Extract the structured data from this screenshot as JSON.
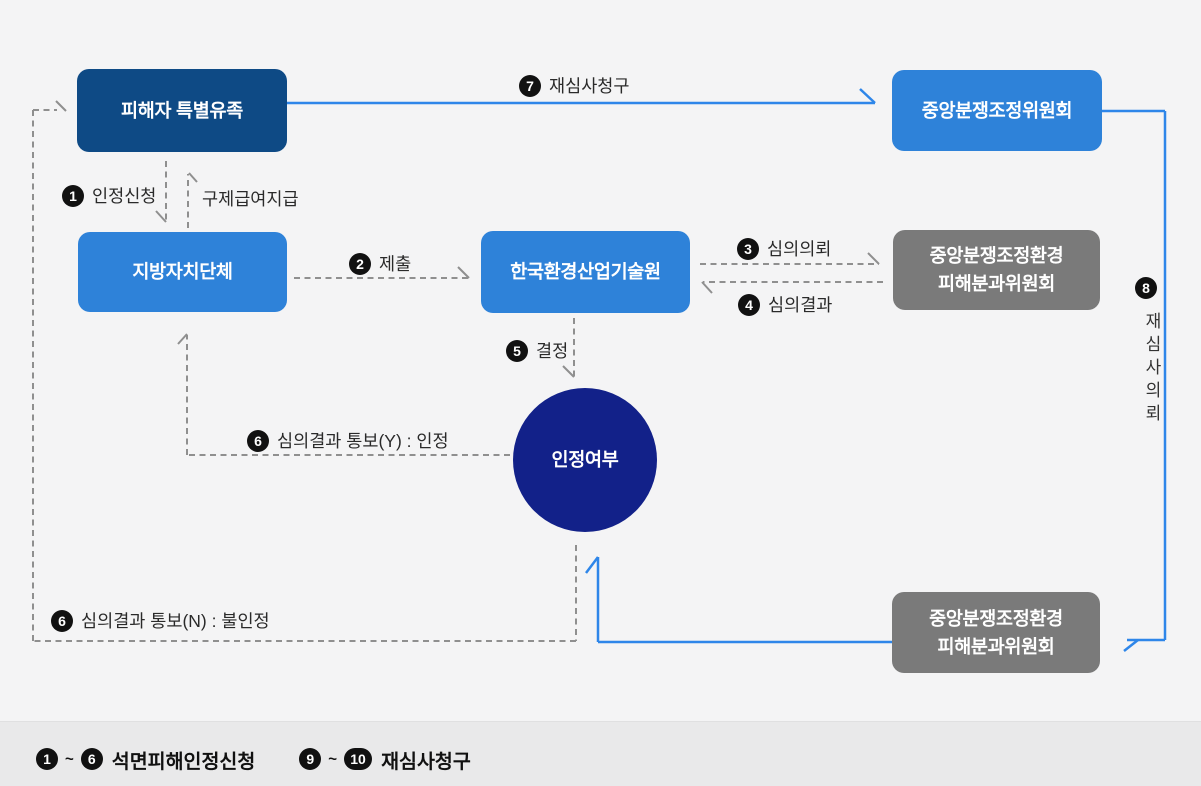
{
  "nodes": {
    "victim": "피해자 특별유족",
    "local_gov": "지방자치단체",
    "keiti": "한국환경산업기술원",
    "central_committee": "중앙분쟁조정위원회",
    "sub_committee_line1": "중앙분쟁조정환경",
    "sub_committee_line2": "피해분과위원회",
    "decision": "인정여부"
  },
  "edges": {
    "apply": {
      "num": "1",
      "label": "인정신청"
    },
    "benefit": {
      "label": "구제급여지급"
    },
    "submit": {
      "num": "2",
      "label": "제출"
    },
    "review_request": {
      "num": "3",
      "label": "심의의뢰"
    },
    "review_result": {
      "num": "4",
      "label": "심의결과"
    },
    "decide": {
      "num": "5",
      "label": "결정"
    },
    "notify_yes": {
      "num": "6",
      "label": "심의결과 통보(Y) : 인정"
    },
    "notify_no": {
      "num": "6",
      "label": "심의결과 통보(N) : 불인정"
    },
    "reexam_request": {
      "num": "7",
      "label": "재심사청구"
    },
    "reexam_refer": {
      "num": "8",
      "label": "재심사의뢰"
    }
  },
  "legend": {
    "group1": {
      "from": "1",
      "tilde": "~",
      "to": "6",
      "label": "석면피해인정신청"
    },
    "group2": {
      "from": "9",
      "tilde": "~",
      "to": "10",
      "label": "재심사청구"
    }
  },
  "colors": {
    "background": "#f4f4f5",
    "legend_band": "#e9e9ea",
    "navy_box": "#0e4a85",
    "blue_box": "#2e82d9",
    "gray_box": "#7a7a7a",
    "decision_circle": "#122189",
    "blue_line": "#2e86e9",
    "dashed_line": "#8f8f8f",
    "badge": "#111111"
  }
}
